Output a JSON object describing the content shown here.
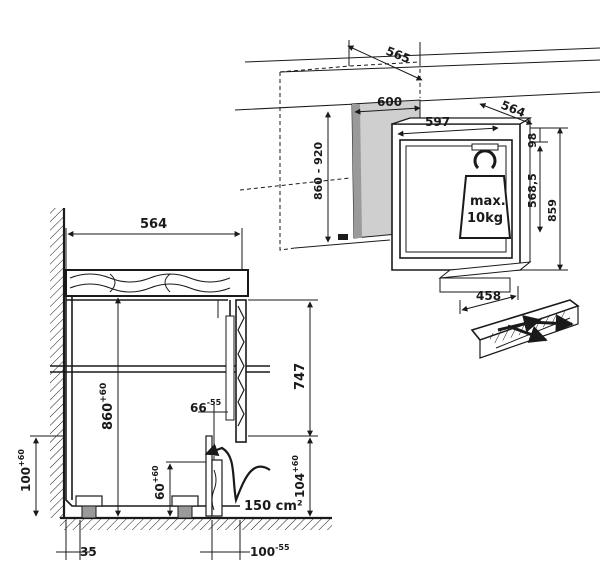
{
  "installation": {
    "niche_depth": "565",
    "niche_width": "600",
    "niche_height": "860 - 920",
    "appliance_width": "597",
    "appliance_depth": "564",
    "top_dim": "98",
    "door_height": "568,5",
    "total_height": "859",
    "plinth_width": "458"
  },
  "weight_label": {
    "line1": "max.",
    "line2": "10kg"
  },
  "side_section": {
    "worktop_depth": "564",
    "niche_height_base": "860",
    "niche_height_sup": "+60",
    "door_height": "747",
    "plinth_gap_base": "66",
    "plinth_gap_sup": "-55",
    "left_base_height_base": "100",
    "left_base_height_sup": "+60",
    "vent_height_base": "60",
    "vent_height_sup": "+60",
    "plinth_height_base": "104",
    "plinth_height_sup": "+60",
    "vent_area": "150 cm²",
    "foot_offset": "35",
    "plinth_depth_base": "100",
    "plinth_depth_sup": "-55"
  },
  "colors": {
    "line": "#1a1a1a",
    "shade": "#cfcfcf",
    "background": "#ffffff"
  }
}
